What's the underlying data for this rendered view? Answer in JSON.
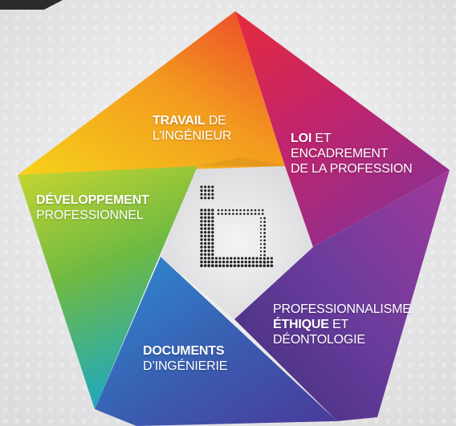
{
  "colors": {
    "background": "#e9e9ea",
    "travail": [
      "#f6d21a",
      "#f39a1f",
      "#ec3f2c"
    ],
    "loi": [
      "#e52b3b",
      "#c2246b",
      "#8e2f8f"
    ],
    "developpement": [
      "#c8d630",
      "#6fba42",
      "#24a9b8"
    ],
    "documents": [
      "#2c8ed0",
      "#3a5bb0",
      "#4b3a9a"
    ],
    "professionnalisme": [
      "#8a3d9d",
      "#5f3b98",
      "#3f2f7e"
    ],
    "logo": "#222222"
  },
  "segments": {
    "travail": {
      "bold": "TRAVAIL",
      "rest": "DE",
      "line2": "L’INGÉNIEUR"
    },
    "loi": {
      "bold": "LOI",
      "rest": "ET",
      "line2": "ENCADREMENT",
      "line3": "DE LA PROFESSION"
    },
    "developpement": {
      "bold": "DÉVELOPPEMENT",
      "line2": "PROFESSIONNEL"
    },
    "documents": {
      "bold": "DOCUMENTS",
      "line2": "D’INGÉNIERIE"
    },
    "professionnalisme": {
      "line1": "PROFESSIONNALISME,",
      "bold": "ÉTHIQUE",
      "rest": "ET",
      "line3": "DÉONTOLOGIE"
    }
  },
  "logo": {
    "icon": "dotted-ingenieur-logo"
  }
}
